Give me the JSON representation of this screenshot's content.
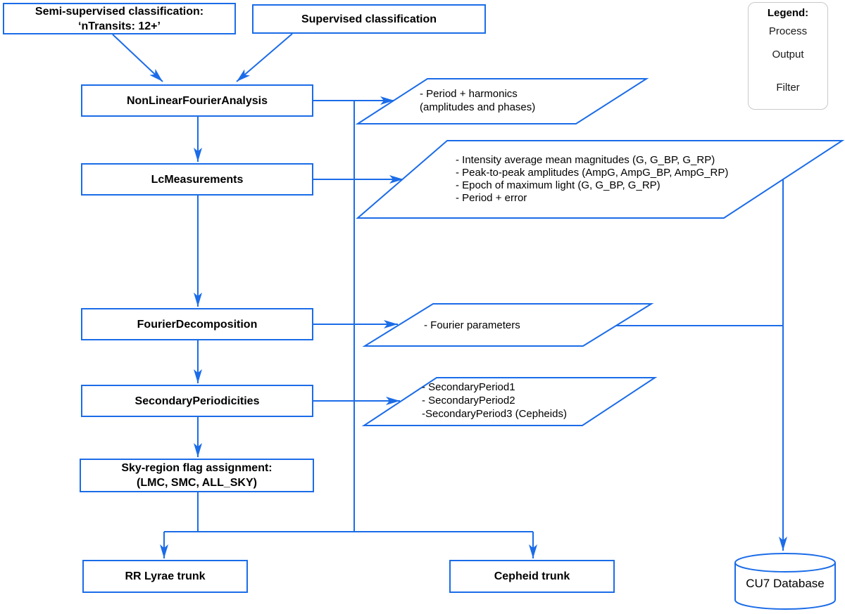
{
  "colors": {
    "accent_blue": "#1b6ce8",
    "legend_shape_black": "#000000",
    "legend_filter_gray": "#d9d9d9"
  },
  "inputs": {
    "semi": {
      "line1": "Semi-supervised classification:",
      "line2": "‘nTransits: 12+’"
    },
    "supervised": {
      "label": "Supervised classification"
    }
  },
  "legend": {
    "title": "Legend:",
    "process": "Process",
    "output": "Output",
    "filter": "Filter"
  },
  "processes": {
    "nlfa": "NonLinearFourierAnalysis",
    "lcm": "LcMeasurements",
    "fd": "FourierDecomposition",
    "sp": "SecondaryPeriodicities",
    "sky_line1": "Sky-region flag assignment:",
    "sky_line2": "(LMC, SMC, ALL_SKY)"
  },
  "outputs": {
    "p1": {
      "line1": "- Period + harmonics",
      "line2": "(amplitudes and phases)"
    },
    "p2": {
      "line1": "- Intensity average mean magnitudes (G, G_BP, G_RP)",
      "line2": "- Peak-to-peak amplitudes (AmpG, AmpG_BP, AmpG_RP)",
      "line3": "- Epoch of maximum light (G, G_BP, G_RP)",
      "line4": "- Period + error"
    },
    "p3": {
      "line1": "- Fourier parameters"
    },
    "p4": {
      "line1": "- SecondaryPeriod1",
      "line2": "- SecondaryPeriod2",
      "line3": "-SecondaryPeriod3 (Cepheids)"
    }
  },
  "trunks": {
    "rr": "RR Lyrae trunk",
    "cepheid": "Cepheid trunk"
  },
  "database": {
    "label": "CU7 Database"
  }
}
